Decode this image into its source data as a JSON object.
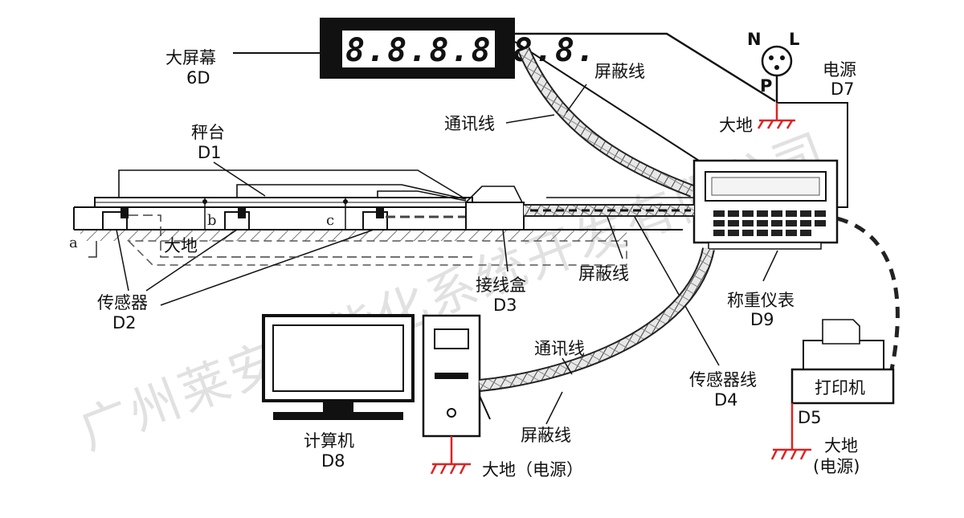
{
  "labels": {
    "big_screen": "大屏幕",
    "big_screen_code": "6D",
    "screen_digits": "8.8.8.8.8.8.",
    "shield_line_top": "屏蔽线",
    "comm_line_top": "通讯线",
    "power": "电源",
    "power_code": "D7",
    "power_n": "N",
    "power_l": "L",
    "power_p": "P",
    "ground_top": "大地",
    "platform": "秤台",
    "platform_code": "D1",
    "point_a": "a",
    "point_b": "b",
    "point_c": "c",
    "ground_mid": "大地",
    "sensor": "传感器",
    "sensor_code": "D2",
    "junction_box": "接线盒",
    "junction_box_code": "D3",
    "shield_line_mid": "屏蔽线",
    "indicator": "称重仪表",
    "indicator_code": "D9",
    "computer": "计算机",
    "computer_code": "D8",
    "comm_line_bottom": "通讯线",
    "shield_line_bottom": "屏蔽线",
    "ground_power_bottom": "大地（电源）",
    "sensor_line": "传感器线",
    "sensor_line_code": "D4",
    "printer": "打印机",
    "printer_code": "D5",
    "ground_right": "大地",
    "ground_right_power": "(电源)"
  },
  "watermark": "广州莱安智能化系统开发有限公司",
  "colors": {
    "ground_mark": "#d22",
    "line": "#111",
    "watermark": "#c9c9c9"
  }
}
